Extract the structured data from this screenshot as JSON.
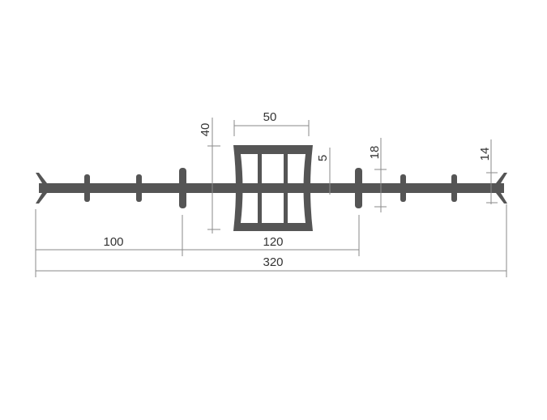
{
  "drawing": {
    "dimensions": {
      "total_width": "320",
      "center_width": "120",
      "flange_width": "100",
      "bulb_width": "50",
      "bulb_height": "40",
      "web_thickness": "5",
      "rib_height": "18",
      "end_height": "14"
    },
    "colors": {
      "profile": "#555555",
      "dimension_line": "#8a8a8a"
    }
  }
}
